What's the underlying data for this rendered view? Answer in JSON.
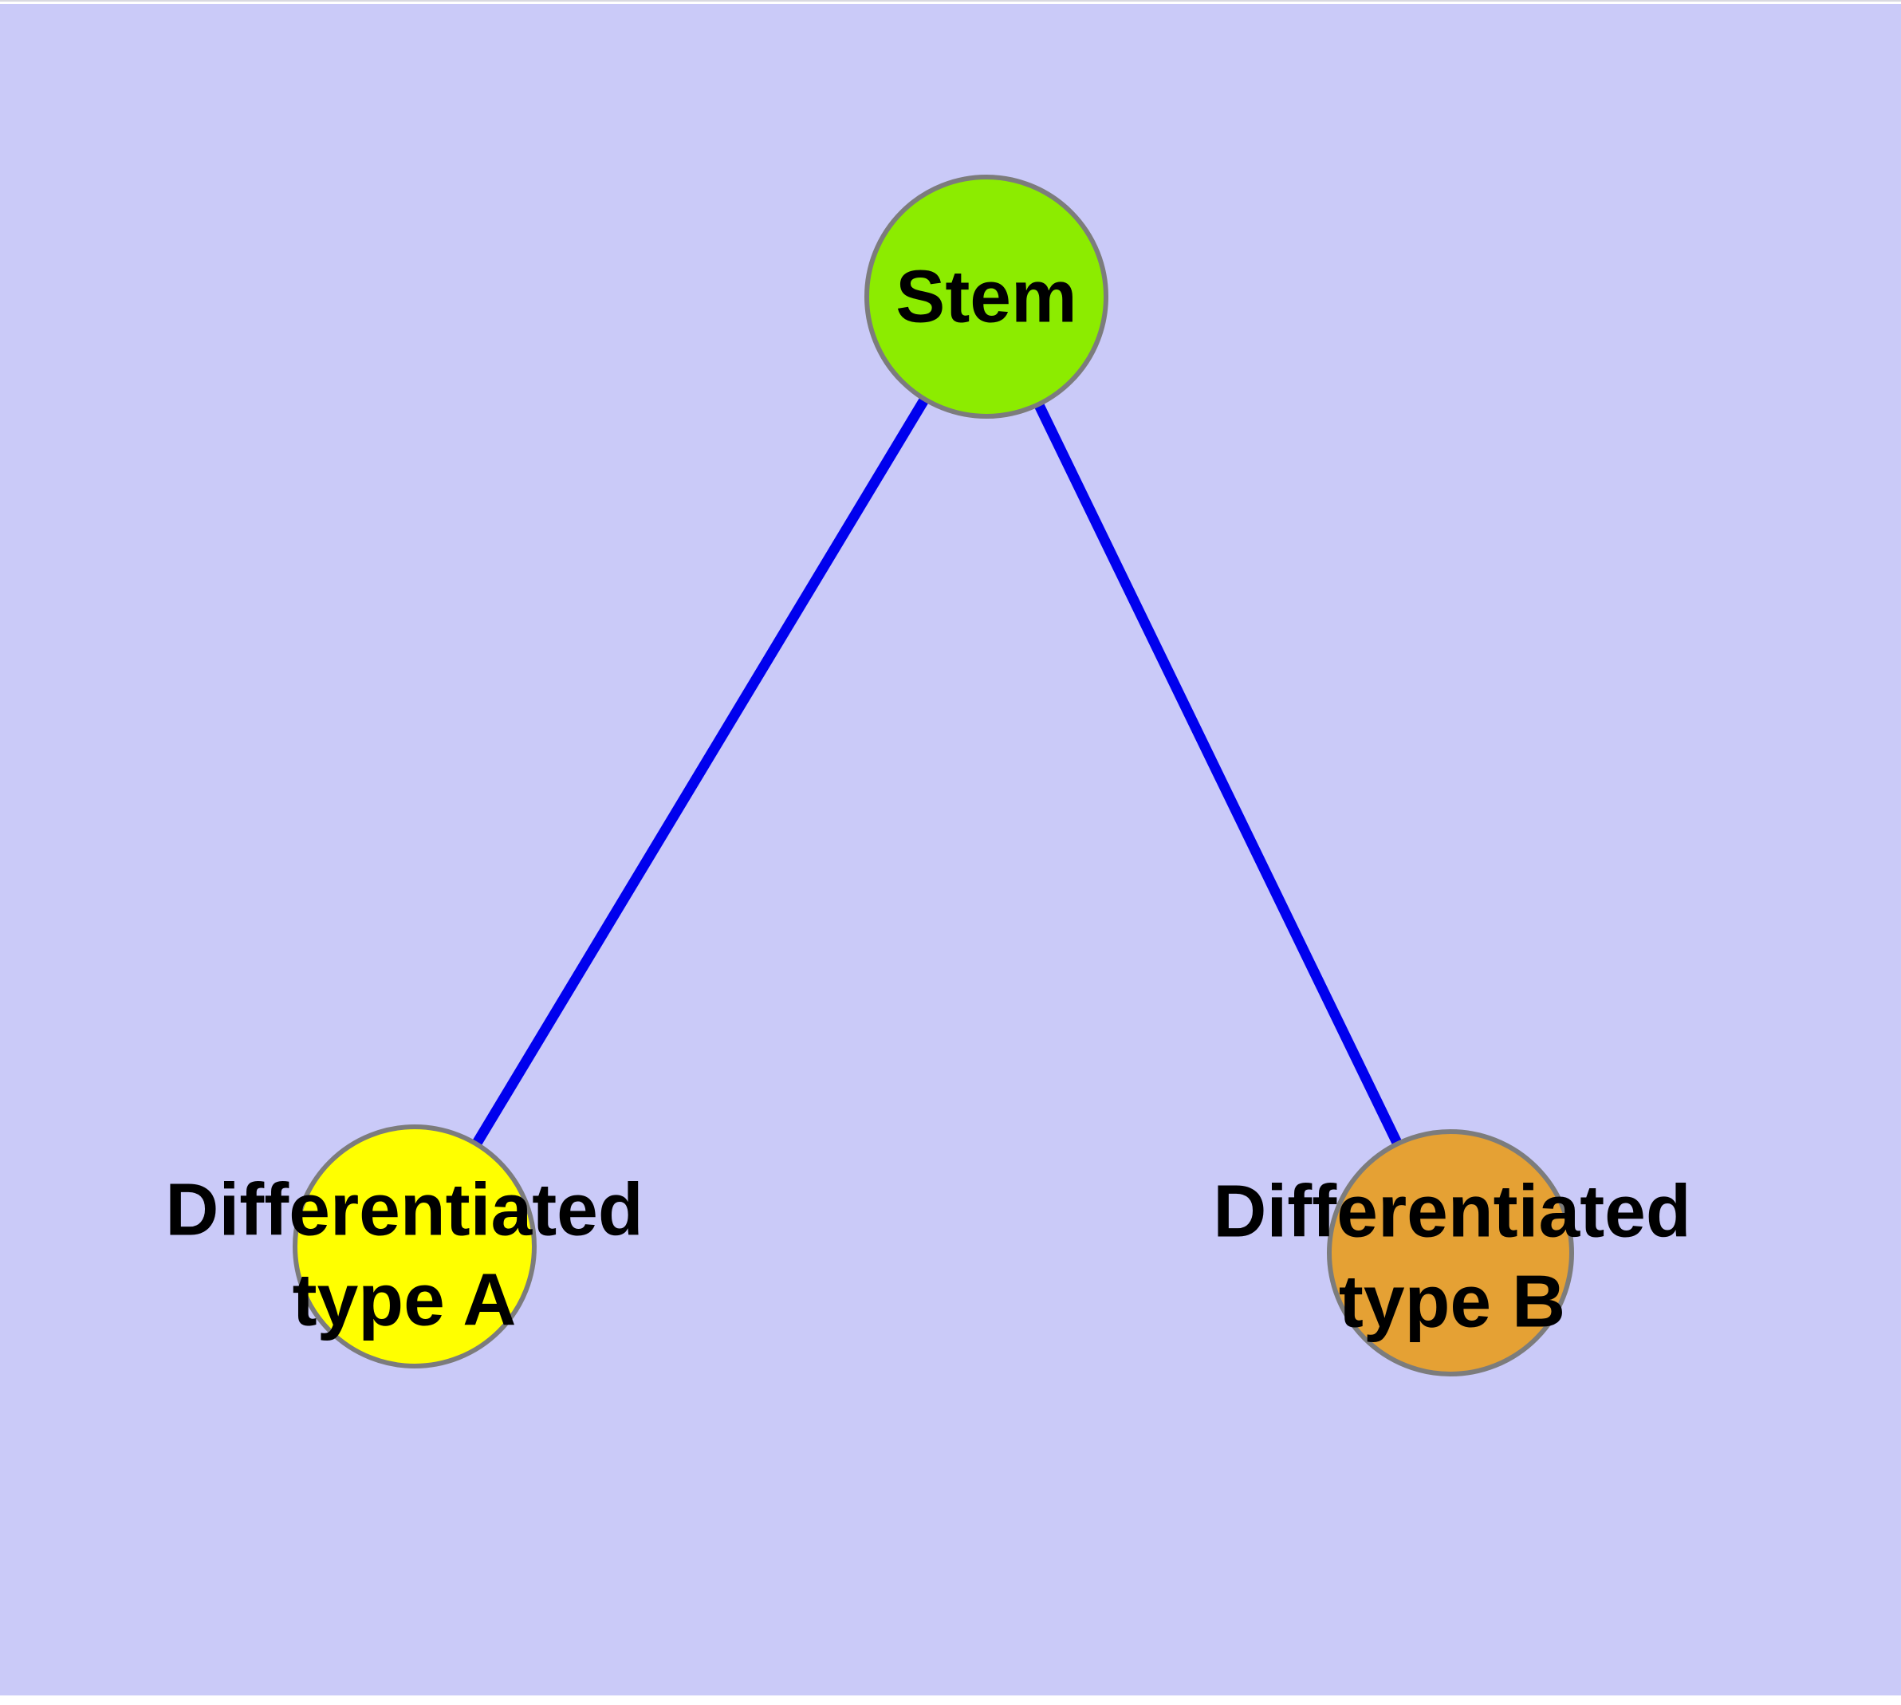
{
  "diagram": {
    "type": "node-link-graph",
    "description": "Stem cell differentiation diagram: one stem node with two edges to differentiated cell type nodes",
    "canvas_background": "#CACAF8",
    "page_background": "#FFFFFF"
  },
  "nodes": {
    "stem": {
      "label": "Stem",
      "color": "#8CEC00",
      "border_color": "#7C7C7C"
    },
    "typeA": {
      "label": "Differentiated\ntype A",
      "color": "#FFFF00",
      "border_color": "#7C7C7C"
    },
    "typeB": {
      "label": "Differentiated\ntype B",
      "color": "#E5A134",
      "border_color": "#7C7C7C"
    }
  },
  "edges": {
    "color": "#0000EE",
    "connections": [
      {
        "from": "Stem",
        "to": "Differentiated type A"
      },
      {
        "from": "Stem",
        "to": "Differentiated type B"
      }
    ]
  }
}
